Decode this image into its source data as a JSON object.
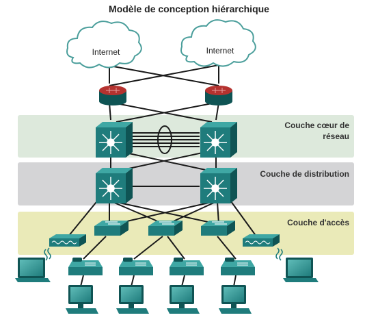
{
  "title": "Modèle de conception hiérarchique",
  "clouds": [
    {
      "label": "Internet"
    },
    {
      "label": "Internet"
    }
  ],
  "layers": {
    "core": {
      "line1": "Couche cœur de",
      "line2": "réseau"
    },
    "distribution": {
      "label": "Couche de distribution"
    },
    "access": {
      "label": "Couche d'accès"
    }
  },
  "colors": {
    "core_band": "#dde9dc",
    "distribution_band": "#d4d4d6",
    "access_band": "#eaeab8",
    "device_teal": "#1f7c7c",
    "device_dark": "#0f5454",
    "router_red": "#b5322f",
    "link": "#1a1a1a"
  },
  "icons": [
    "cloud-icon",
    "router-icon",
    "multilayer-switch-icon",
    "switch-icon",
    "wireless-ap-icon",
    "laptop-icon",
    "ip-phone-icon",
    "pc-icon"
  ]
}
